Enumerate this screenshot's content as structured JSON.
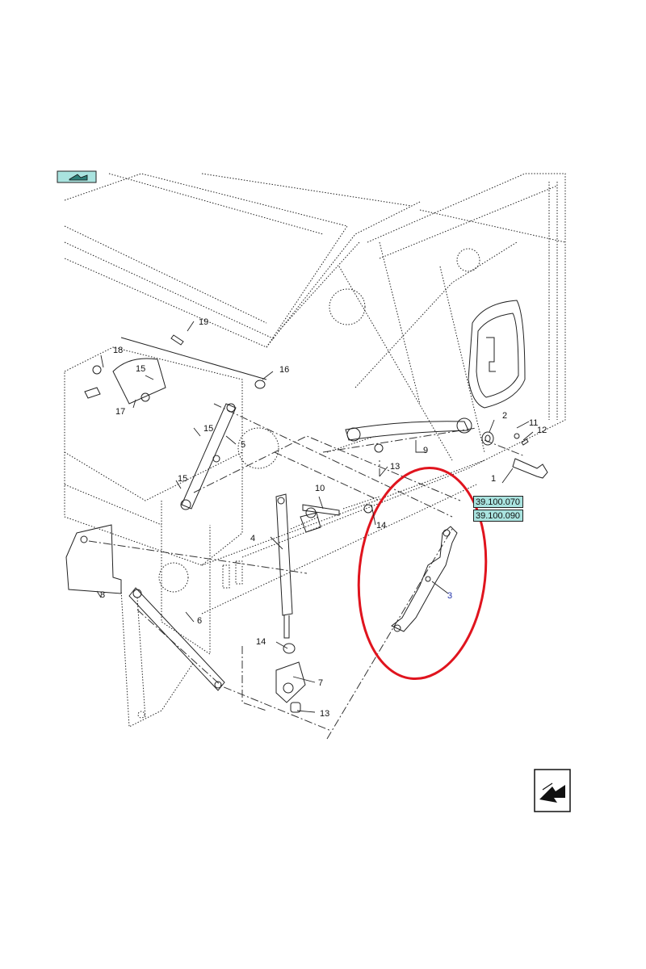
{
  "diagram": {
    "callouts": [
      {
        "id": "c1",
        "text": "1"
      },
      {
        "id": "c2",
        "text": "2"
      },
      {
        "id": "c3",
        "text": "3"
      },
      {
        "id": "c4",
        "text": "4"
      },
      {
        "id": "c5",
        "text": "5"
      },
      {
        "id": "c6",
        "text": "6"
      },
      {
        "id": "c7",
        "text": "7"
      },
      {
        "id": "c8",
        "text": "8"
      },
      {
        "id": "c9",
        "text": "9"
      },
      {
        "id": "c10",
        "text": "10"
      },
      {
        "id": "c11",
        "text": "11"
      },
      {
        "id": "c12",
        "text": "12"
      },
      {
        "id": "c13a",
        "text": "13"
      },
      {
        "id": "c13b",
        "text": "13"
      },
      {
        "id": "c14a",
        "text": "14"
      },
      {
        "id": "c14b",
        "text": "14"
      },
      {
        "id": "c15a",
        "text": "15"
      },
      {
        "id": "c15b",
        "text": "15"
      },
      {
        "id": "c15c",
        "text": "15"
      },
      {
        "id": "c16",
        "text": "16"
      },
      {
        "id": "c17",
        "text": "17"
      },
      {
        "id": "c18",
        "text": "18"
      },
      {
        "id": "c19",
        "text": "19"
      }
    ],
    "references": [
      {
        "text": "39.100.070"
      },
      {
        "text": "39.100.090"
      }
    ],
    "highlight_color": "#e0141e",
    "reference_fill": "#a9e3df"
  }
}
